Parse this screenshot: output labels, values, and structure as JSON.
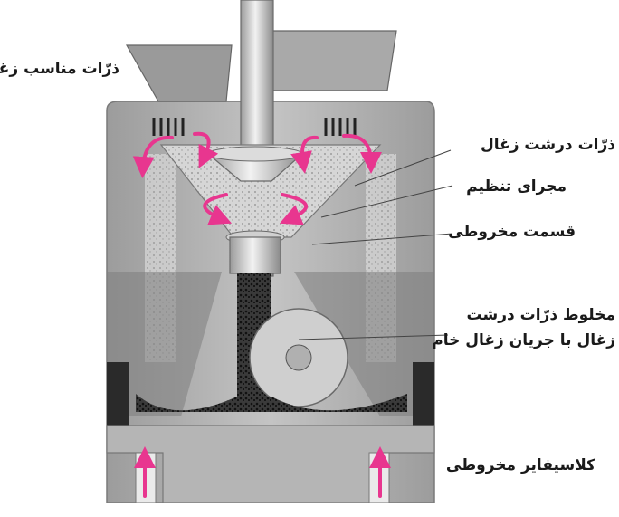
{
  "labels": {
    "suitable_particles": "ذرّات مناسب زغال",
    "coarse_particles": "ذرّات درشت زغال",
    "adjustment_duct": "مجرای تنظیم",
    "conical_section": "قسمت مخروطی",
    "mixture_line1": "مخلوط ذرّات درشت",
    "mixture_line2": "زغال با جریان زغال خام",
    "cone_classifier": "کلاسیفایر مخروطی"
  },
  "colors": {
    "flow_arrow": "#e8368f",
    "housing": "#a7a7a7",
    "coal": "#1f1f1f"
  }
}
